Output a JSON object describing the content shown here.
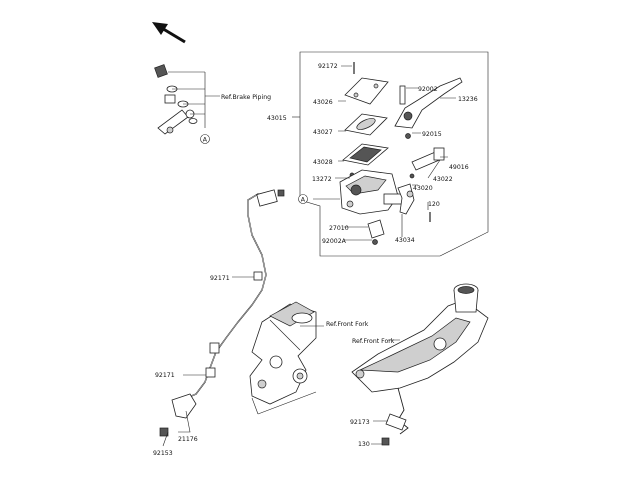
{
  "labels": {
    "ref_brake_piping": "Ref.Brake Piping",
    "ref_front_fork_1": "Ref.Front Fork",
    "ref_front_fork_2": "Ref.Front Fork",
    "circle_a_left": "A",
    "circle_a_right": "A",
    "p92172": "92172",
    "p92002": "92002",
    "p13236": "13236",
    "p43026": "43026",
    "p43015": "43015",
    "p43027": "43027",
    "p92015": "92015",
    "p43028": "43028",
    "p49016": "49016",
    "p13272": "13272",
    "p43020": "43020",
    "p43022": "43022",
    "p120": "120",
    "p27010": "27010",
    "p92002A": "92002A",
    "p43034": "43034",
    "p92171_top": "92171",
    "p92171_bottom": "92171",
    "p92173": "92173",
    "p21176": "21176",
    "p130": "130",
    "p92153": "92153"
  }
}
